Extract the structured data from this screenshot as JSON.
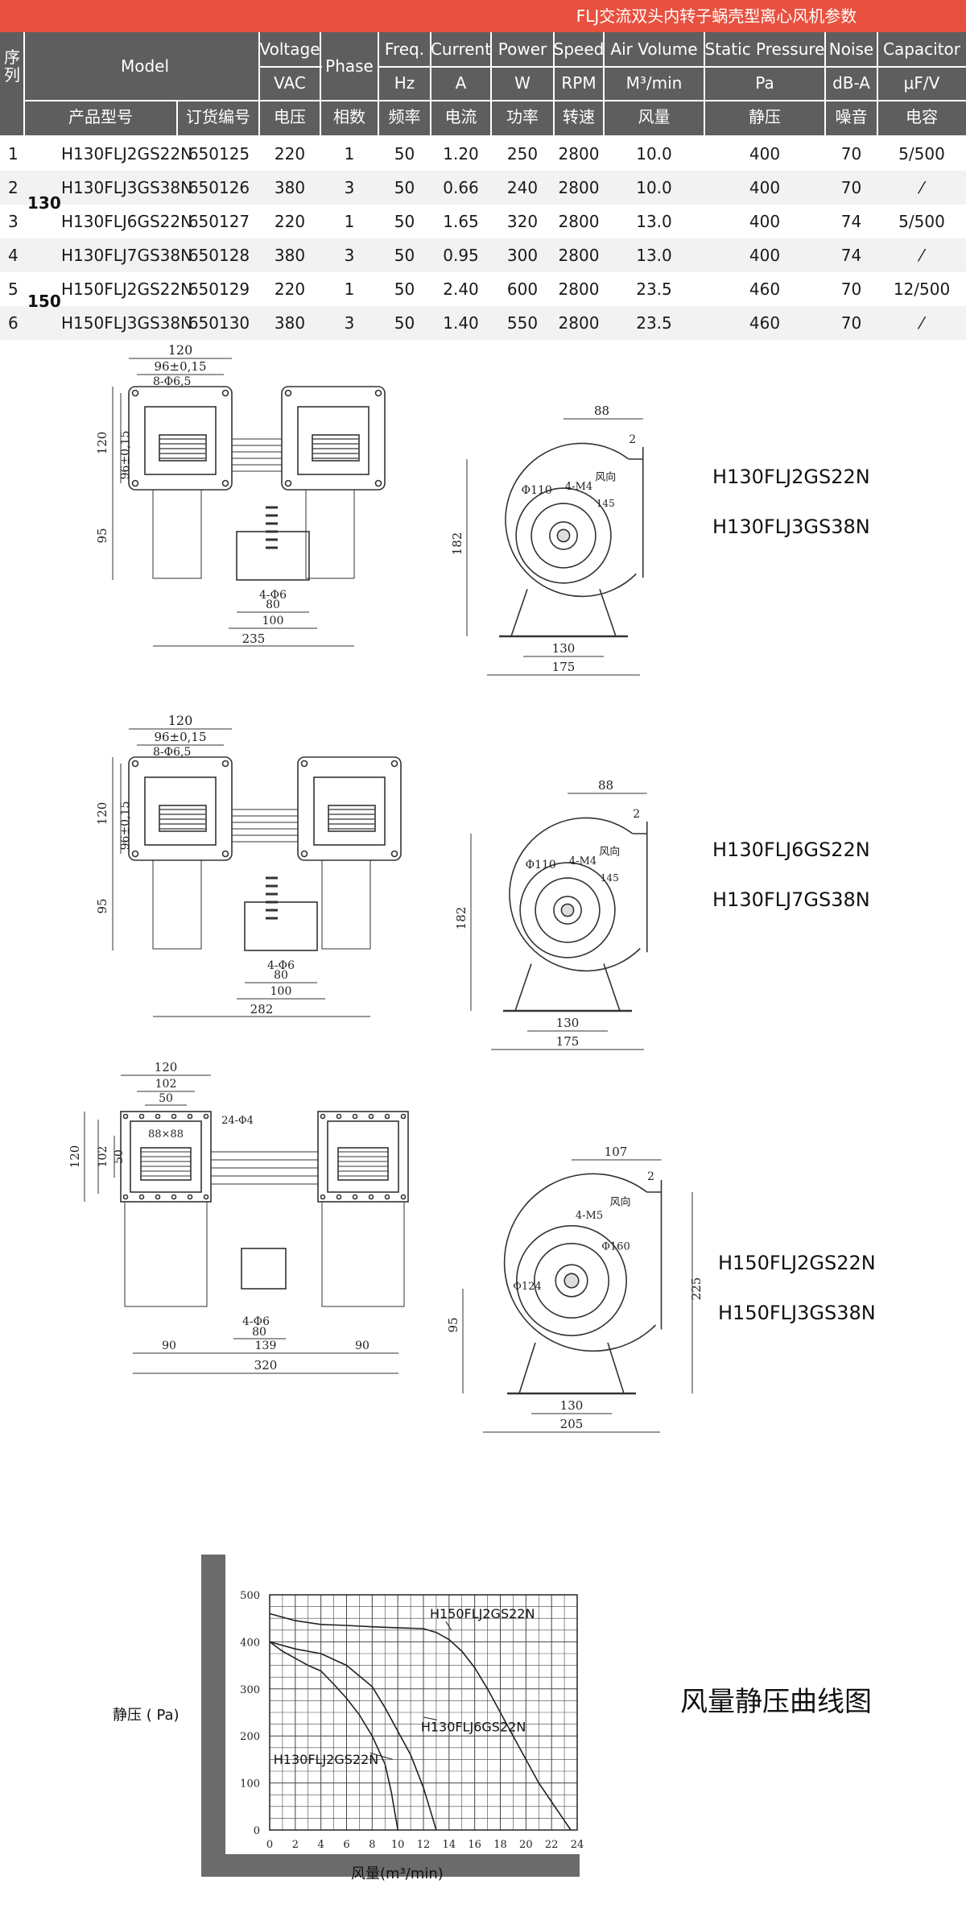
{
  "banner": {
    "title": "FLJ交流双头内转子蜗壳型离心风机参数"
  },
  "table": {
    "col_seq": "序\n列",
    "headers_en": [
      "Model",
      "Voltage",
      "Phase",
      "Freq.",
      "Current",
      "Power",
      "Speed",
      "Air Volume",
      "Static Pressure",
      "Noise",
      "Capacitor"
    ],
    "units": [
      "VAC",
      "Hz",
      "A",
      "W",
      "RPM",
      "M³/min",
      "Pa",
      "dB-A",
      "μF/V"
    ],
    "headers_cn": [
      "产品型号",
      "订货编号",
      "电压",
      "相数",
      "频率",
      "电流",
      "功率",
      "转速",
      "风量",
      "静压",
      "噪音",
      "电容"
    ],
    "groups": [
      "130",
      "150"
    ],
    "rows": [
      {
        "seq": "1",
        "model": "H130FLJ2GS22N",
        "order": "650125",
        "voltage": "220",
        "phase": "1",
        "freq": "50",
        "current": "1.20",
        "power": "250",
        "speed": "2800",
        "air": "10.0",
        "pressure": "400",
        "noise": "70",
        "cap": "5/500"
      },
      {
        "seq": "2",
        "model": "H130FLJ3GS38N",
        "order": "650126",
        "voltage": "380",
        "phase": "3",
        "freq": "50",
        "current": "0.66",
        "power": "240",
        "speed": "2800",
        "air": "10.0",
        "pressure": "400",
        "noise": "70",
        "cap": "⁄"
      },
      {
        "seq": "3",
        "model": "H130FLJ6GS22N",
        "order": "650127",
        "voltage": "220",
        "phase": "1",
        "freq": "50",
        "current": "1.65",
        "power": "320",
        "speed": "2800",
        "air": "13.0",
        "pressure": "400",
        "noise": "74",
        "cap": "5/500"
      },
      {
        "seq": "4",
        "model": "H130FLJ7GS38N",
        "order": "650128",
        "voltage": "380",
        "phase": "3",
        "freq": "50",
        "current": "0.95",
        "power": "300",
        "speed": "2800",
        "air": "13.0",
        "pressure": "400",
        "noise": "74",
        "cap": "⁄"
      },
      {
        "seq": "5",
        "model": "H150FLJ2GS22N",
        "order": "650129",
        "voltage": "220",
        "phase": "1",
        "freq": "50",
        "current": "2.40",
        "power": "600",
        "speed": "2800",
        "air": "23.5",
        "pressure": "460",
        "noise": "70",
        "cap": "12/500"
      },
      {
        "seq": "6",
        "model": "H150FLJ3GS38N",
        "order": "650130",
        "voltage": "380",
        "phase": "3",
        "freq": "50",
        "current": "1.40",
        "power": "550",
        "speed": "2800",
        "air": "23.5",
        "pressure": "460",
        "noise": "70",
        "cap": "⁄"
      }
    ]
  },
  "drawings": [
    {
      "models": [
        "H130FLJ2GS22N",
        "H130FLJ3GS38N"
      ],
      "dims": {
        "w120": "120",
        "w96": "96±0,15",
        "holes": "8-Φ6,5",
        "h120": "120",
        "h96": "96±0,15",
        "h95": "95",
        "b4": "4-Φ6",
        "b80": "80",
        "b100": "100",
        "total": "235",
        "s88": "88",
        "s2": "2",
        "d110": "Φ110",
        "m4": "4-M4",
        "wind": "风向",
        "r145": "145",
        "h182": "182",
        "f130": "130",
        "f175": "175"
      }
    },
    {
      "models": [
        "H130FLJ6GS22N",
        "H130FLJ7GS38N"
      ],
      "dims": {
        "w120": "120",
        "w96": "96±0,15",
        "holes": "8-Φ6,5",
        "h120": "120",
        "h96": "96±0,15",
        "h95": "95",
        "b4": "4-Φ6",
        "b80": "80",
        "b100": "100",
        "total": "282",
        "s88": "88",
        "s2": "2",
        "d110": "Φ110",
        "m4": "4-M4",
        "wind": "风向",
        "r145": "145",
        "h182": "182",
        "f130": "130",
        "f175": "175"
      }
    },
    {
      "models": [
        "H150FLJ2GS22N",
        "H150FLJ3GS38N"
      ],
      "dims": {
        "w120": "120",
        "w102": "102",
        "w50": "50",
        "sq": "88×88",
        "holes": "24-Φ4",
        "h120": "120",
        "h102": "102",
        "h50": "50",
        "b4": "4-Φ6",
        "b80": "80",
        "l90": "90",
        "m139": "139",
        "r90": "90",
        "total": "320",
        "s107": "107",
        "s2": "2",
        "m5": "4-M5",
        "wind": "风向",
        "d160": "Φ160",
        "d124": "Φ124",
        "h95": "95",
        "h225": "225",
        "f130": "130",
        "f205": "205"
      }
    }
  ],
  "chart_data": {
    "type": "line",
    "title": "风量静压曲线图",
    "xlabel": "风量(m³/min)",
    "ylabel": "静压 ( Pa)",
    "xlim": [
      0,
      24
    ],
    "ylim": [
      0,
      500
    ],
    "xticks": [
      "0",
      "2",
      "4",
      "6",
      "8",
      "10",
      "12",
      "14",
      "16",
      "18",
      "20",
      "22",
      "24"
    ],
    "yticks": [
      "0",
      "100",
      "200",
      "300",
      "400",
      "500"
    ],
    "grid": true,
    "series": [
      {
        "name": "H150FLJ2GS22N",
        "x": [
          0,
          2,
          4,
          6,
          8,
          10,
          12,
          13,
          14,
          15,
          16,
          17,
          18,
          19,
          20,
          21,
          22,
          23,
          23.5
        ],
        "y": [
          460,
          445,
          437,
          435,
          432,
          430,
          428,
          420,
          405,
          380,
          345,
          300,
          250,
          200,
          150,
          100,
          60,
          20,
          0
        ]
      },
      {
        "name": "H130FLJ6GS22N",
        "x": [
          0,
          2,
          4,
          6,
          8,
          9,
          10,
          11,
          12,
          12.5,
          13
        ],
        "y": [
          400,
          385,
          375,
          350,
          305,
          260,
          210,
          160,
          90,
          45,
          0
        ]
      },
      {
        "name": "H130FLJ2GS22N",
        "x": [
          0,
          1,
          2,
          3,
          4,
          5,
          6,
          7,
          8,
          9,
          9.5,
          10
        ],
        "y": [
          400,
          380,
          365,
          350,
          338,
          310,
          280,
          245,
          200,
          140,
          80,
          0
        ]
      }
    ]
  }
}
